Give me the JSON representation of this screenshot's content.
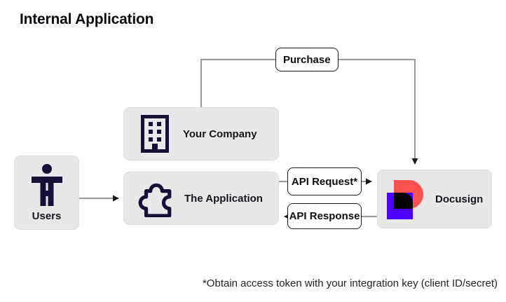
{
  "title": "Internal Application",
  "colors": {
    "ink": "#151038",
    "poppy": "#fb5151",
    "violet": "#4c00fe",
    "logo_black": "#000000",
    "box_fill": "#e8e8e8",
    "box_border": "#dcdcdc",
    "line": "#999999",
    "arrow": "#1a1a1a",
    "label_border": "#1a1a1a",
    "text": "#16161d"
  },
  "nodes": {
    "users": {
      "label": "Users",
      "icon": "user-figure-icon"
    },
    "your_company": {
      "label": "Your Company",
      "icon": "building-icon"
    },
    "the_application": {
      "label": "The Application",
      "icon": "puzzle-piece-icon"
    },
    "docusign": {
      "label": "Docusign",
      "icon": "docusign-logo"
    }
  },
  "edges": {
    "users_to_application": {
      "label": "",
      "from": "Users",
      "to": "The Application"
    },
    "purchase": {
      "label": "Purchase",
      "from": "Your Company",
      "to": "Docusign"
    },
    "api_request": {
      "label": "API Request*",
      "from": "The Application",
      "to": "Docusign"
    },
    "api_response": {
      "label": "API Response",
      "from": "Docusign",
      "to": "The Application"
    }
  },
  "footnote": "*Obtain access token with your integration key (client ID/secret)"
}
